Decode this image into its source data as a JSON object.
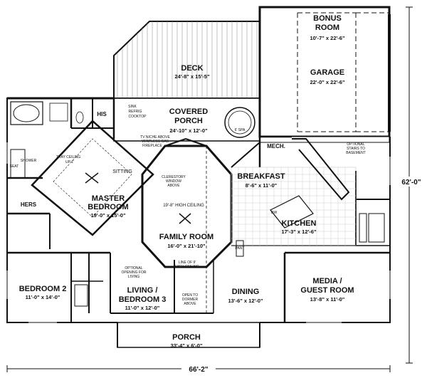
{
  "rooms": {
    "bonus": {
      "name1": "BONUS",
      "name2": "ROOM",
      "size": "10'-7\" x 22'-6\""
    },
    "garage": {
      "name": "GARAGE",
      "size": "22'-0\" x 22'-6\""
    },
    "deck": {
      "name": "DECK",
      "size": "24'-8\" x 15'-5\""
    },
    "covered_porch": {
      "name1": "COVERED",
      "name2": "PORCH",
      "size": "24'-10\" x 12'-0\""
    },
    "master": {
      "name1": "MASTER",
      "name2": "BEDROOM",
      "size": "19'-0\" x 15'-0\""
    },
    "family": {
      "name": "FAMILY ROOM",
      "size": "16'-0\" x 21'-10\""
    },
    "breakfast": {
      "name": "BREAKFAST",
      "size": "8'-6\" x 11'-0\""
    },
    "kitchen": {
      "name": "KITCHEN",
      "size": "17'-3\" x 12'-6\""
    },
    "bedroom2": {
      "name": "BEDROOM 2",
      "size": "11'-0\" x 14'-0\""
    },
    "living": {
      "name1": "LIVING /",
      "name2": "BEDROOM 3",
      "size": "11'-0\" x 12'-0\""
    },
    "dining": {
      "name": "DINING",
      "size": "13'-6\" x 12'-0\""
    },
    "media": {
      "name1": "MEDIA /",
      "name2": "GUEST ROOM",
      "size": "13'-8\" x 11'-0\""
    },
    "porch": {
      "name": "PORCH",
      "size": "33'-4\" x 6'-0\""
    }
  },
  "small_labels": {
    "his": "HIS",
    "hers": "HERS",
    "mech": "MECH.",
    "sitting": "SITTING",
    "shower": "SHOWER",
    "seat": "SEAT",
    "tray1": "TRAY CEILING",
    "tray2": "UP 1'",
    "sink": "SINK",
    "refrig": "REFRIG",
    "cooktop": "COOKTOP",
    "spa": "6' SPA",
    "tv1": "TV NICHE ABOVE",
    "tv2": "VENTLESS GAS",
    "tv3": "FIREPLACE",
    "clere1": "CLERESTORY",
    "clere2": "WINDOW",
    "clere3": "ABOVE",
    "high": "19'-8\" HIGH CEILING",
    "line1": "LINE OF 9'",
    "line2": "HIGH CEILING",
    "opt1": "OPTIONAL",
    "opt2": "OPENING FOR",
    "opt3": "LIVING",
    "dormer1": "OPEN TO",
    "dormer2": "DORMER",
    "dormer3": "ABOVE",
    "stairs1": "OPTIONAL",
    "stairs2": "STAIRS TO",
    "stairs3": "BASEMENT",
    "pant": "PANT",
    "dw": "DW"
  },
  "dimensions": {
    "width": "66'-2\"",
    "depth": "62'-0\""
  }
}
